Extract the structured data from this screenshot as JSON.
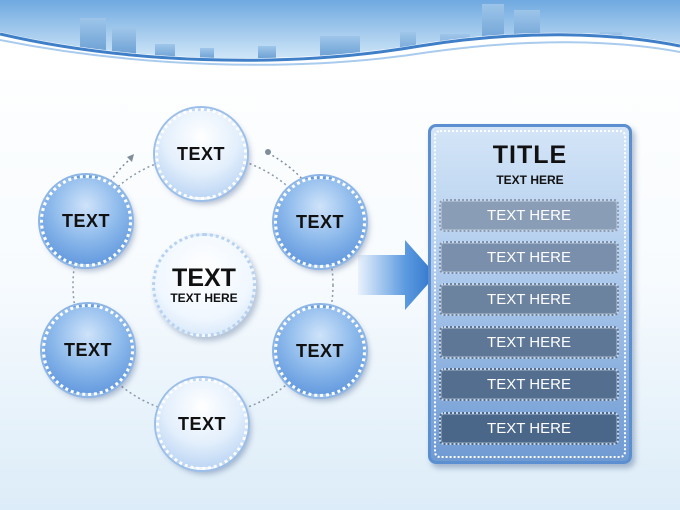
{
  "cycle": {
    "nodes": [
      {
        "label": "TEXT"
      },
      {
        "label": "TEXT"
      },
      {
        "label": "TEXT"
      },
      {
        "label": "TEXT"
      },
      {
        "label": "TEXT"
      },
      {
        "label": "TEXT"
      }
    ],
    "center": {
      "title": "TEXT",
      "subtitle": "TEXT HERE"
    }
  },
  "panel": {
    "title": "TITLE",
    "subtitle": "TEXT HERE",
    "items": [
      {
        "label": "TEXT HERE"
      },
      {
        "label": "TEXT HERE"
      },
      {
        "label": "TEXT HERE"
      },
      {
        "label": "TEXT HERE"
      },
      {
        "label": "TEXT HERE"
      },
      {
        "label": "TEXT HERE"
      }
    ]
  },
  "colors": {
    "accent_blue": "#4f8ad8",
    "panel_border": "#5b8fd0",
    "item_shades": [
      "#8a9db6",
      "#7a8fab",
      "#6c839f",
      "#5e7796",
      "#536e8f",
      "#4a6688"
    ],
    "text_dark": "#111111",
    "text_light": "#ffffff"
  }
}
